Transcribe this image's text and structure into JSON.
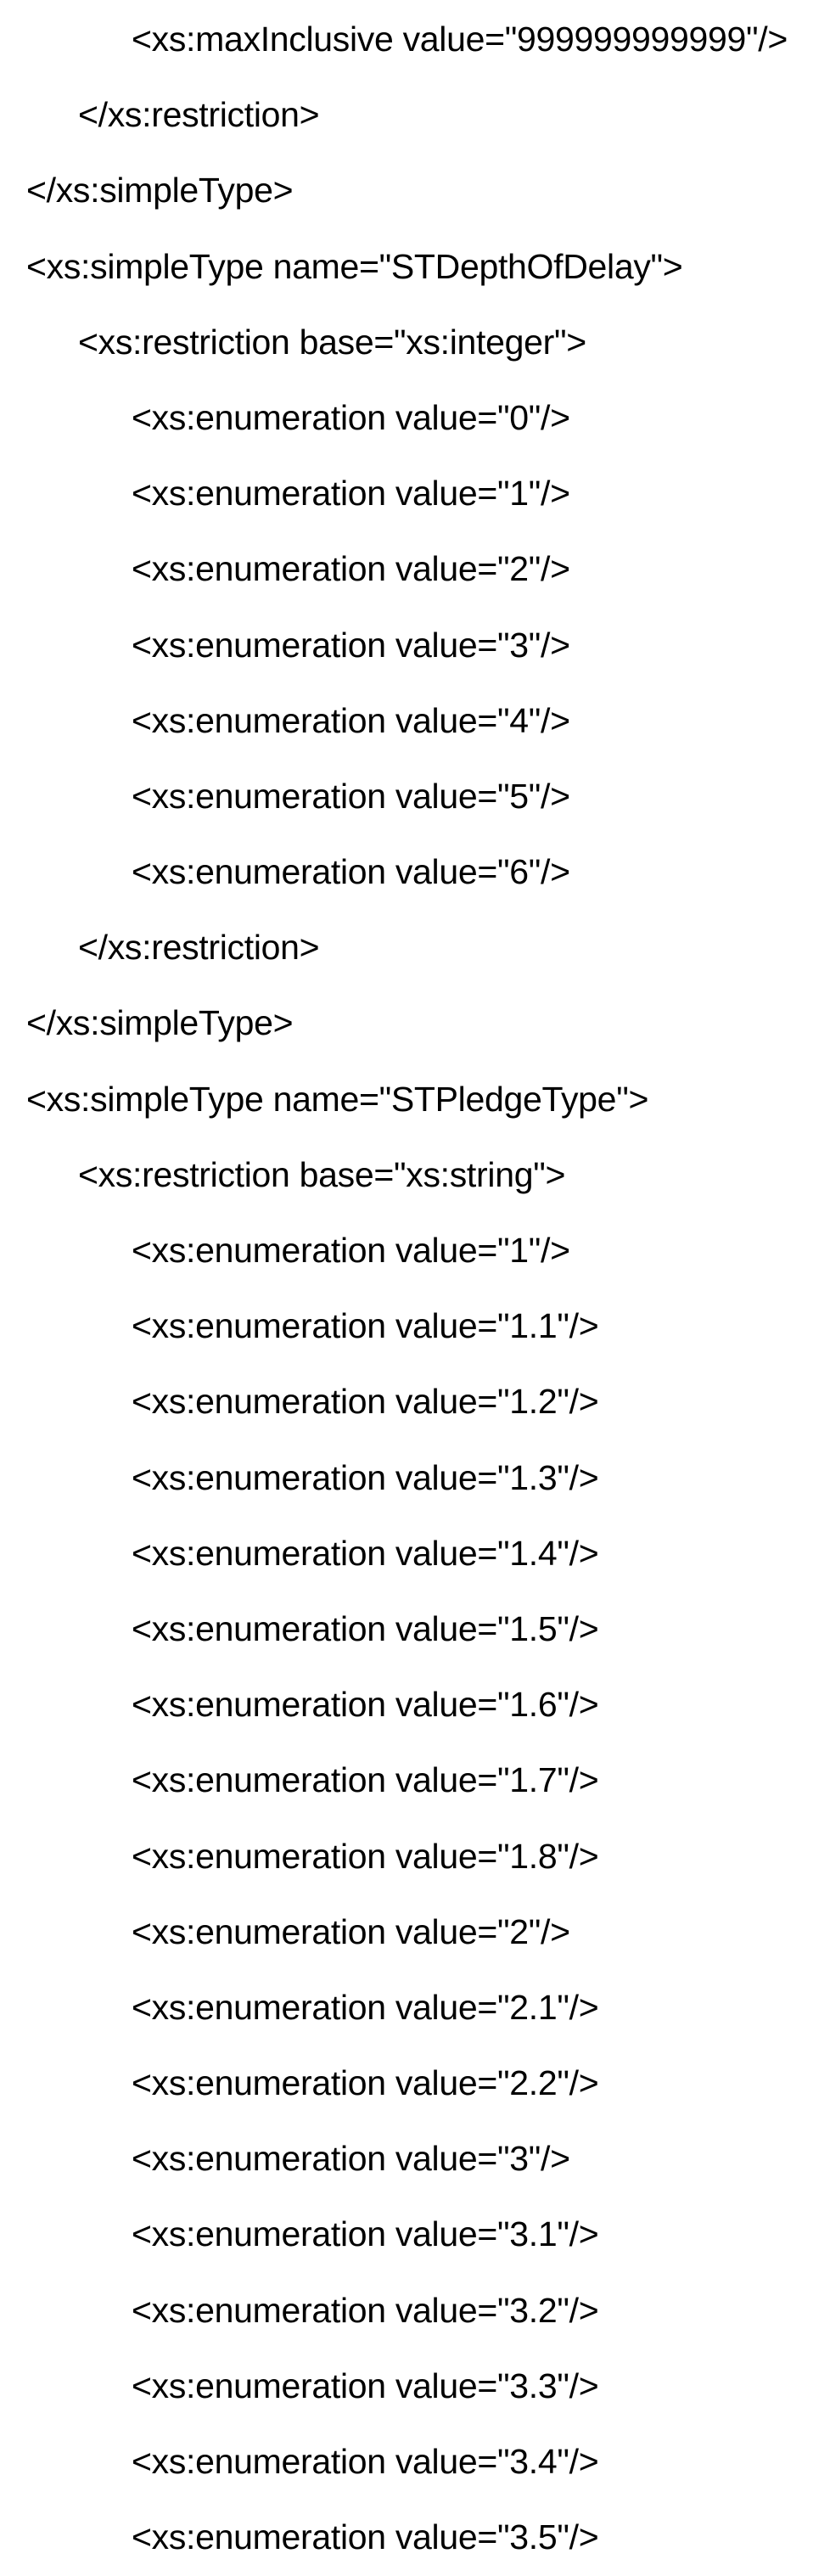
{
  "document": {
    "kind": "xsd-schema-text",
    "background_color": "#ffffff",
    "text_color": "#000000",
    "lines": [
      {
        "indent": 2,
        "text": "<xs:maxInclusive value=\"999999999999\"/>"
      },
      {
        "indent": 1,
        "text": "</xs:restriction>"
      },
      {
        "indent": 0,
        "text": "</xs:simpleType>"
      },
      {
        "indent": 0,
        "text": "<xs:simpleType name=\"STDepthOfDelay\">"
      },
      {
        "indent": 1,
        "text": "<xs:restriction base=\"xs:integer\">"
      },
      {
        "indent": 2,
        "text": "<xs:enumeration value=\"0\"/>"
      },
      {
        "indent": 2,
        "text": "<xs:enumeration value=\"1\"/>"
      },
      {
        "indent": 2,
        "text": "<xs:enumeration value=\"2\"/>"
      },
      {
        "indent": 2,
        "text": "<xs:enumeration value=\"3\"/>"
      },
      {
        "indent": 2,
        "text": "<xs:enumeration value=\"4\"/>"
      },
      {
        "indent": 2,
        "text": "<xs:enumeration value=\"5\"/>"
      },
      {
        "indent": 2,
        "text": "<xs:enumeration value=\"6\"/>"
      },
      {
        "indent": 1,
        "text": "</xs:restriction>"
      },
      {
        "indent": 0,
        "text": "</xs:simpleType>"
      },
      {
        "indent": 0,
        "text": "<xs:simpleType name=\"STPledgeType\">"
      },
      {
        "indent": 1,
        "text": "<xs:restriction base=\"xs:string\">"
      },
      {
        "indent": 2,
        "text": "<xs:enumeration value=\"1\"/>"
      },
      {
        "indent": 2,
        "text": "<xs:enumeration value=\"1.1\"/>"
      },
      {
        "indent": 2,
        "text": "<xs:enumeration value=\"1.2\"/>"
      },
      {
        "indent": 2,
        "text": "<xs:enumeration value=\"1.3\"/>"
      },
      {
        "indent": 2,
        "text": "<xs:enumeration value=\"1.4\"/>"
      },
      {
        "indent": 2,
        "text": "<xs:enumeration value=\"1.5\"/>"
      },
      {
        "indent": 2,
        "text": "<xs:enumeration value=\"1.6\"/>"
      },
      {
        "indent": 2,
        "text": "<xs:enumeration value=\"1.7\"/>"
      },
      {
        "indent": 2,
        "text": "<xs:enumeration value=\"1.8\"/>"
      },
      {
        "indent": 2,
        "text": "<xs:enumeration value=\"2\"/>"
      },
      {
        "indent": 2,
        "text": "<xs:enumeration value=\"2.1\"/>"
      },
      {
        "indent": 2,
        "text": "<xs:enumeration value=\"2.2\"/>"
      },
      {
        "indent": 2,
        "text": "<xs:enumeration value=\"3\"/>"
      },
      {
        "indent": 2,
        "text": "<xs:enumeration value=\"3.1\"/>"
      },
      {
        "indent": 2,
        "text": "<xs:enumeration value=\"3.2\"/>"
      },
      {
        "indent": 2,
        "text": "<xs:enumeration value=\"3.3\"/>"
      },
      {
        "indent": 2,
        "text": "<xs:enumeration value=\"3.4\"/>"
      },
      {
        "indent": 2,
        "text": "<xs:enumeration value=\"3.5\"/>"
      }
    ]
  }
}
